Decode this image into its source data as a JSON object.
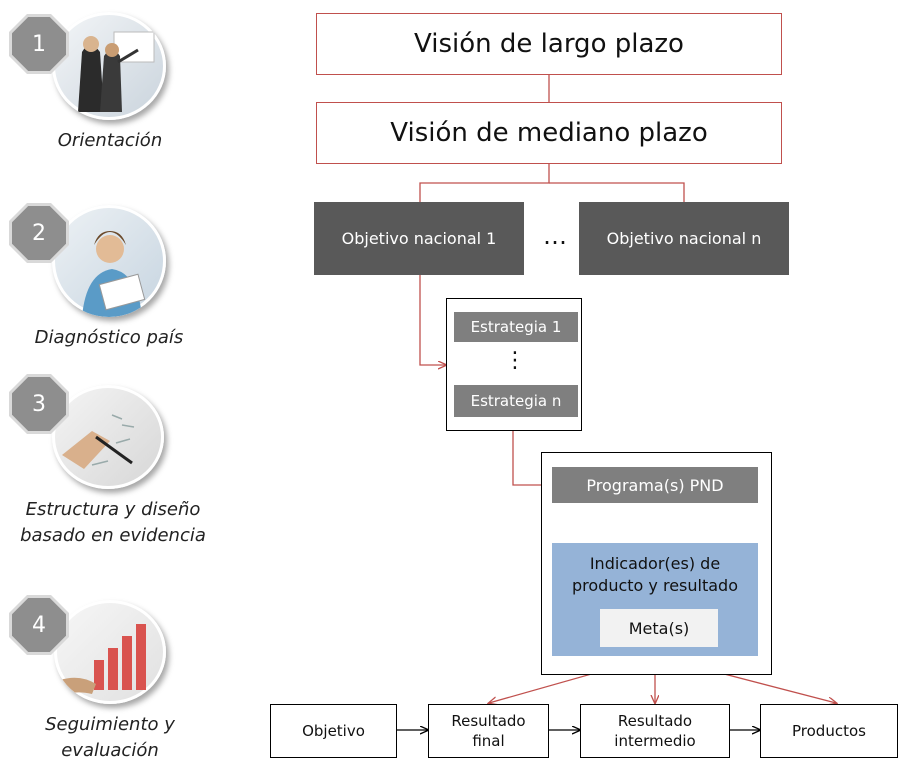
{
  "steps": [
    {
      "number": "1",
      "label": "Orientación"
    },
    {
      "number": "2",
      "label": "Diagnóstico país"
    },
    {
      "number": "3",
      "label_line1": "Estructura y diseño",
      "label_line2": "basado en evidencia"
    },
    {
      "number": "4",
      "label_line1": "Seguimiento y",
      "label_line2": "evaluación"
    }
  ],
  "diagram": {
    "vision_long": "Visión de largo plazo",
    "vision_medium": "Visión de mediano plazo",
    "objective_1": "Objetivo nacional 1",
    "objective_ellipsis": "…",
    "objective_n": "Objetivo nacional n",
    "strategy_1": "Estrategia 1",
    "strategy_ellipsis": "⋮",
    "strategy_n": "Estrategia n",
    "program": "Programa(s) PND",
    "indicator_line1": "Indicador(es) de",
    "indicator_line2": "producto y resultado",
    "goal": "Meta(s)",
    "chain": {
      "objetivo": "Objetivo",
      "resultado_final_1": "Resultado",
      "resultado_final_2": "final",
      "resultado_intermedio_1": "Resultado",
      "resultado_intermedio_2": "intermedio",
      "productos": "Productos"
    }
  },
  "colors": {
    "red_line": "#c0504d",
    "dark_box": "#595959",
    "gray_box": "#7f7f7f",
    "blue_box": "#95b3d7",
    "badge": "#8e8e8e"
  }
}
